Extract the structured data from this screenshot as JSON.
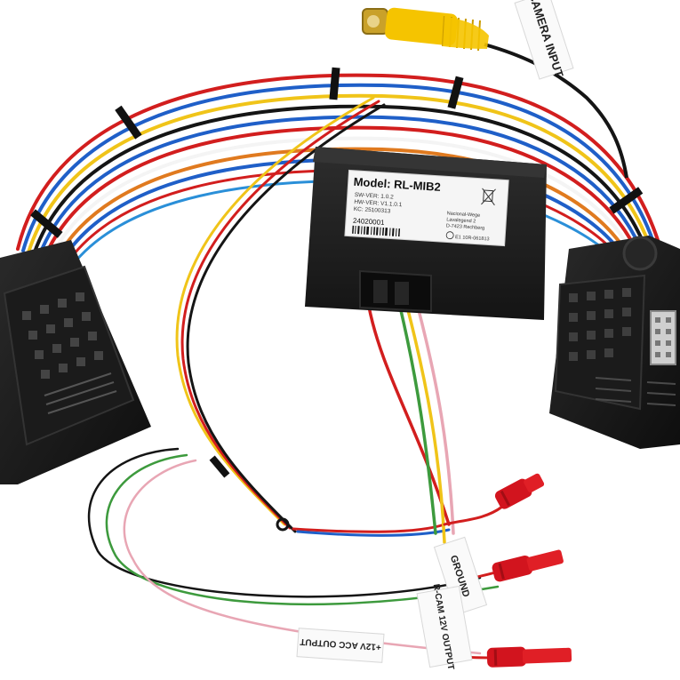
{
  "module": {
    "model": "Model: RL-MIB2",
    "line1": "SW-VER: 1.0.2",
    "line2": "HW-VER: V1.1.0.1",
    "line3": "KC: 25100313",
    "serial": "24020001",
    "right1": "Nacional-Wege",
    "right2": "Lavalegend 2",
    "right3": "D-7423 Rechberg",
    "ce_code": "E1 10R-061813"
  },
  "tags": {
    "camera": "CAMERA INPUT",
    "ground": "GROUND",
    "rcam": "R-CAM 12V OUTPUT",
    "acc": "+12V ACC OUTPUT"
  },
  "colors": {
    "module_body": "#1e1e1e",
    "rca_yellow": "#f5c400",
    "wire_red": "#d21e1e",
    "wire_blue": "#1f5fc8",
    "wire_yellow": "#f0c419",
    "wire_green": "#3d9a3d",
    "wire_pink": "#e8a6b4",
    "wire_black": "#151515",
    "terminal_red": "#d2141e"
  },
  "icons": {
    "weee": "crossed-bin-icon",
    "ce": "e-mark-icon"
  }
}
